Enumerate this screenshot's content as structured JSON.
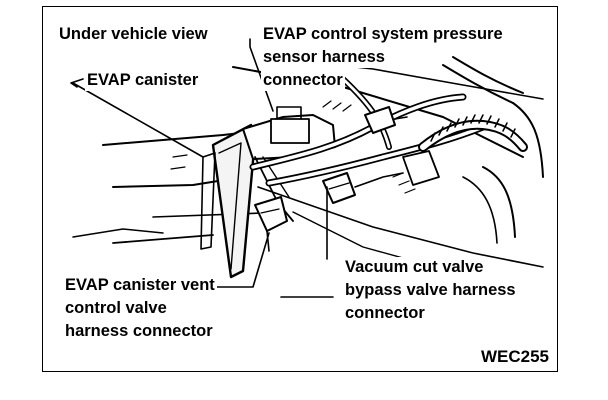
{
  "figure": {
    "view_label": "Under vehicle view",
    "labels": {
      "evap_canister": "EVAP canister",
      "pressure_sensor": [
        "EVAP control system pressure",
        "sensor harness",
        "connector"
      ],
      "vent_valve": [
        "EVAP canister vent",
        "control valve",
        "harness connector"
      ],
      "vacuum_cut": [
        "Vacuum cut valve",
        "bypass valve harness",
        "connector"
      ]
    },
    "code": "WEC255"
  }
}
